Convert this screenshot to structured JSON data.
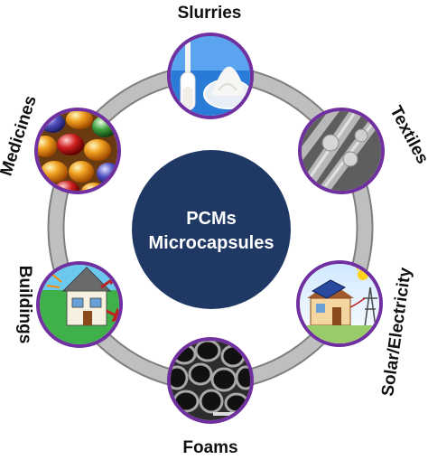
{
  "center": {
    "line1": "PCMs",
    "line2": "Microcapsules",
    "fill": "#1f3864"
  },
  "colors": {
    "ring": "#a6a6a6",
    "ring_outline": "#7f7f7f",
    "node_border": "#7030a0"
  },
  "nodes": [
    {
      "label": "Slurries",
      "icon": "slurry-powder-photo"
    },
    {
      "label": "Textiles",
      "icon": "textile-fibers-micrograph"
    },
    {
      "label": "Solar/Electricity",
      "icon": "solar-house-illustration"
    },
    {
      "label": "Foams",
      "icon": "foam-micrograph"
    },
    {
      "label": "Buildings",
      "icon": "building-heat-illustration"
    },
    {
      "label": "Medicines",
      "icon": "gel-capsules-photo"
    }
  ]
}
